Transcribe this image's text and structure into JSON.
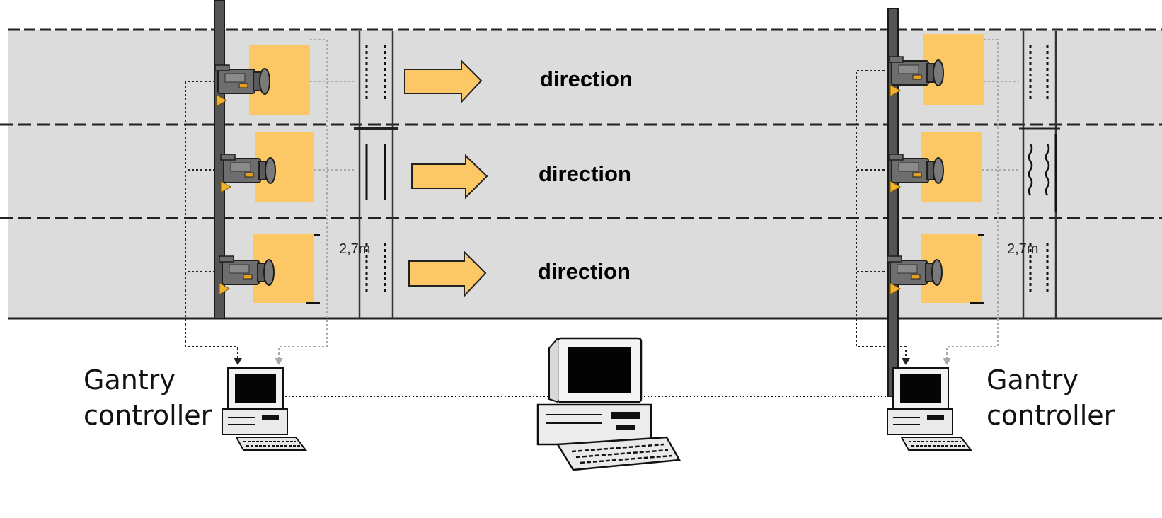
{
  "diagram": {
    "lanes": [
      {
        "direction_label": "direction"
      },
      {
        "direction_label": "direction"
      },
      {
        "direction_label": "direction"
      }
    ],
    "distance_label_left": "2,7m",
    "distance_label_right": "2,7m",
    "gantry_left_label": [
      "Gantry",
      "controller"
    ],
    "gantry_right_label": [
      "Gantry",
      "controller"
    ],
    "colors": {
      "road": "#dcdcdc",
      "detection_zone": "#fcc865",
      "arrow": "#fcc865",
      "pole": "#555555",
      "camera": "#6a6a6a"
    },
    "icons": [
      "camera-icon",
      "detection-zone",
      "arrow-right-icon",
      "computer-icon",
      "desktop-computer-icon"
    ]
  }
}
